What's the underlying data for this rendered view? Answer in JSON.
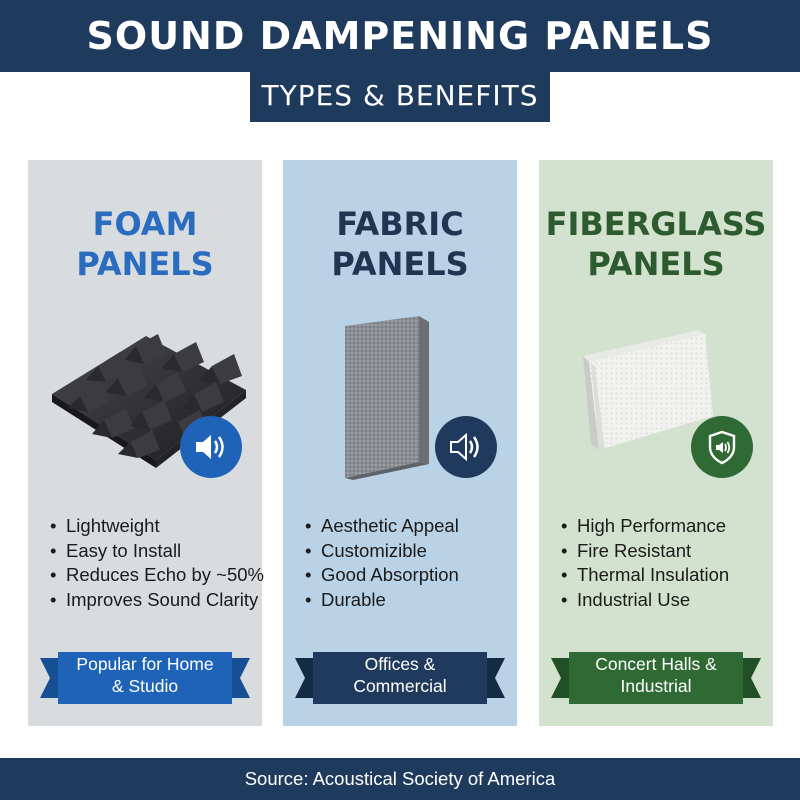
{
  "header": {
    "title": "SOUND DAMPENING PANELS",
    "subtitle": "TYPES & BENEFITS"
  },
  "panels": [
    {
      "title_line1": "FOAM",
      "title_line2": "PANELS",
      "image": "foam-pyramid-panel",
      "icon": "speaker-icon",
      "bullets": [
        "Lightweight",
        "Easy to Install",
        "Reduces Echo by ~50%",
        "Improves Sound Clarity"
      ],
      "banner_line1": "Popular for Home",
      "banner_line2": "& Studio",
      "accent": "#1f63b8"
    },
    {
      "title_line1": "FABRIC",
      "title_line2": "PANELS",
      "image": "fabric-panel",
      "icon": "speaker-icon",
      "bullets": [
        "Aesthetic Appeal",
        "Customizible",
        "Good Absorption",
        "Durable"
      ],
      "banner_line1": "Offices &",
      "banner_line2": "Commercial",
      "accent": "#1f3a5c"
    },
    {
      "title_line1": "FIBERGLASS",
      "title_line2": "PANELS",
      "image": "fiberglass-panel",
      "icon": "shield-sound-icon",
      "bullets": [
        "High Performance",
        "Fire Resistant",
        "Thermal Insulation",
        "Industrial Use"
      ],
      "banner_line1": "Concert Halls &",
      "banner_line2": "Industrial",
      "accent": "#2f6a34"
    }
  ],
  "footer": {
    "source": "Source: Acoustical Society of America"
  },
  "colors": {
    "navy": "#1e3a5c",
    "foam_bg": "#d8dcdf",
    "fabric_bg": "#b9d2e6",
    "fiberglass_bg": "#d3e2cf"
  }
}
